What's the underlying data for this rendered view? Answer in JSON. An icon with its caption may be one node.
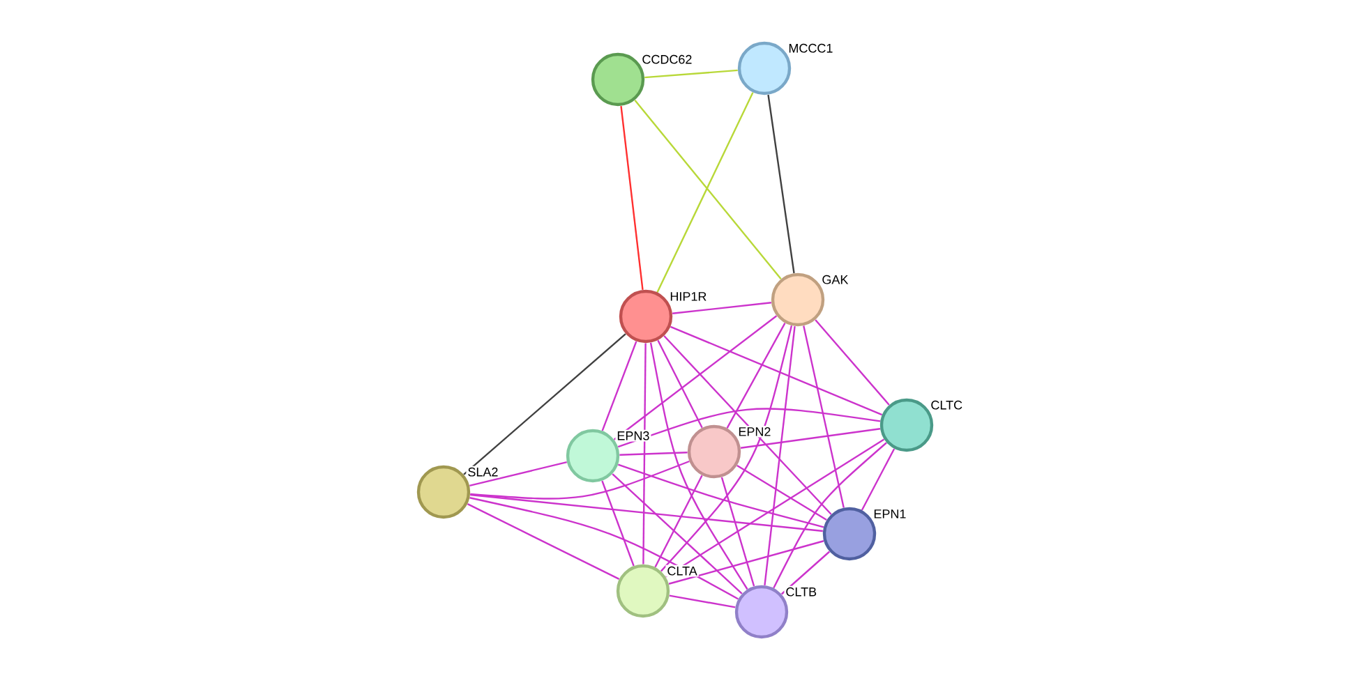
{
  "diagram": {
    "nodes": [
      {
        "text": [
          "CCDC62"
        ]
      },
      {
        "text": [
          "MCCC1"
        ]
      },
      {
        "text": [
          "HIP1R"
        ]
      },
      {
        "text": [
          "GAK"
        ]
      },
      {
        "text": [
          "CLTC"
        ]
      },
      {
        "text": [
          "EPN2"
        ]
      },
      {
        "text": [
          "EPN3"
        ]
      },
      {
        "text": [
          "SLA2"
        ]
      },
      {
        "text": [
          "EPN1"
        ]
      },
      {
        "text": [
          "CLTA"
        ]
      },
      {
        "text": [
          "CLTB"
        ]
      }
    ],
    "edges": [
      {
        "from": 0,
        "to": 1,
        "arrow": "none",
        "color": "#b8d838"
      },
      {
        "from": 0,
        "to": 2,
        "arrow": "none",
        "color": "#ff3030"
      },
      {
        "from": 0,
        "to": 3,
        "arrow": "none",
        "color": "#b8d838"
      },
      {
        "from": 1,
        "to": 2,
        "arrow": "none",
        "color": "#b8d838"
      },
      {
        "from": 1,
        "to": 3,
        "arrow": "none",
        "color": "#404040"
      },
      {
        "from": 2,
        "to": 3,
        "arrow": "none",
        "color": "#cc33cc"
      },
      {
        "from": 2,
        "to": 4,
        "arrow": "none",
        "color": "#cc33cc"
      },
      {
        "from": 2,
        "to": 5,
        "arrow": "none",
        "color": "#cc33cc"
      },
      {
        "from": 2,
        "to": 6,
        "arrow": "none",
        "color": "#cc33cc"
      },
      {
        "from": 2,
        "to": 7,
        "arrow": "none",
        "color": "#404040"
      },
      {
        "from": 2,
        "to": 8,
        "arrow": "none",
        "color": "#cc33cc"
      },
      {
        "from": 2,
        "to": 9,
        "arrow": "none",
        "color": "#cc33cc"
      },
      {
        "from": 2,
        "to": 10,
        "arrow": "none",
        "color": "#cc33cc"
      },
      {
        "from": 3,
        "to": 4,
        "arrow": "none",
        "color": "#cc33cc"
      },
      {
        "from": 3,
        "to": 5,
        "arrow": "none",
        "color": "#cc33cc"
      },
      {
        "from": 3,
        "to": 6,
        "arrow": "none",
        "color": "#cc33cc"
      },
      {
        "from": 3,
        "to": 8,
        "arrow": "none",
        "color": "#cc33cc"
      },
      {
        "from": 3,
        "to": 9,
        "arrow": "none",
        "color": "#cc33cc"
      },
      {
        "from": 3,
        "to": 10,
        "arrow": "none",
        "color": "#cc33cc"
      },
      {
        "from": 4,
        "to": 5,
        "arrow": "none",
        "color": "#cc33cc"
      },
      {
        "from": 4,
        "to": 6,
        "arrow": "none",
        "color": "#cc33cc"
      },
      {
        "from": 4,
        "to": 8,
        "arrow": "none",
        "color": "#cc33cc"
      },
      {
        "from": 4,
        "to": 9,
        "arrow": "none",
        "color": "#cc33cc"
      },
      {
        "from": 4,
        "to": 10,
        "arrow": "none",
        "color": "#cc33cc"
      },
      {
        "from": 5,
        "to": 6,
        "arrow": "none",
        "color": "#cc33cc"
      },
      {
        "from": 5,
        "to": 7,
        "arrow": "none",
        "color": "#cc33cc"
      },
      {
        "from": 5,
        "to": 8,
        "arrow": "none",
        "color": "#cc33cc"
      },
      {
        "from": 5,
        "to": 9,
        "arrow": "none",
        "color": "#cc33cc"
      },
      {
        "from": 5,
        "to": 10,
        "arrow": "none",
        "color": "#cc33cc"
      },
      {
        "from": 6,
        "to": 7,
        "arrow": "none",
        "color": "#cc33cc"
      },
      {
        "from": 6,
        "to": 8,
        "arrow": "none",
        "color": "#cc33cc"
      },
      {
        "from": 6,
        "to": 9,
        "arrow": "none",
        "color": "#cc33cc"
      },
      {
        "from": 6,
        "to": 10,
        "arrow": "none",
        "color": "#cc33cc"
      },
      {
        "from": 7,
        "to": 8,
        "arrow": "none",
        "color": "#cc33cc"
      },
      {
        "from": 7,
        "to": 9,
        "arrow": "none",
        "color": "#cc33cc"
      },
      {
        "from": 7,
        "to": 10,
        "arrow": "none",
        "color": "#cc33cc"
      },
      {
        "from": 8,
        "to": 9,
        "arrow": "none",
        "color": "#cc33cc"
      },
      {
        "from": 8,
        "to": 10,
        "arrow": "none",
        "color": "#cc33cc"
      },
      {
        "from": 9,
        "to": 10,
        "arrow": "none",
        "color": "#cc33cc"
      }
    ]
  }
}
